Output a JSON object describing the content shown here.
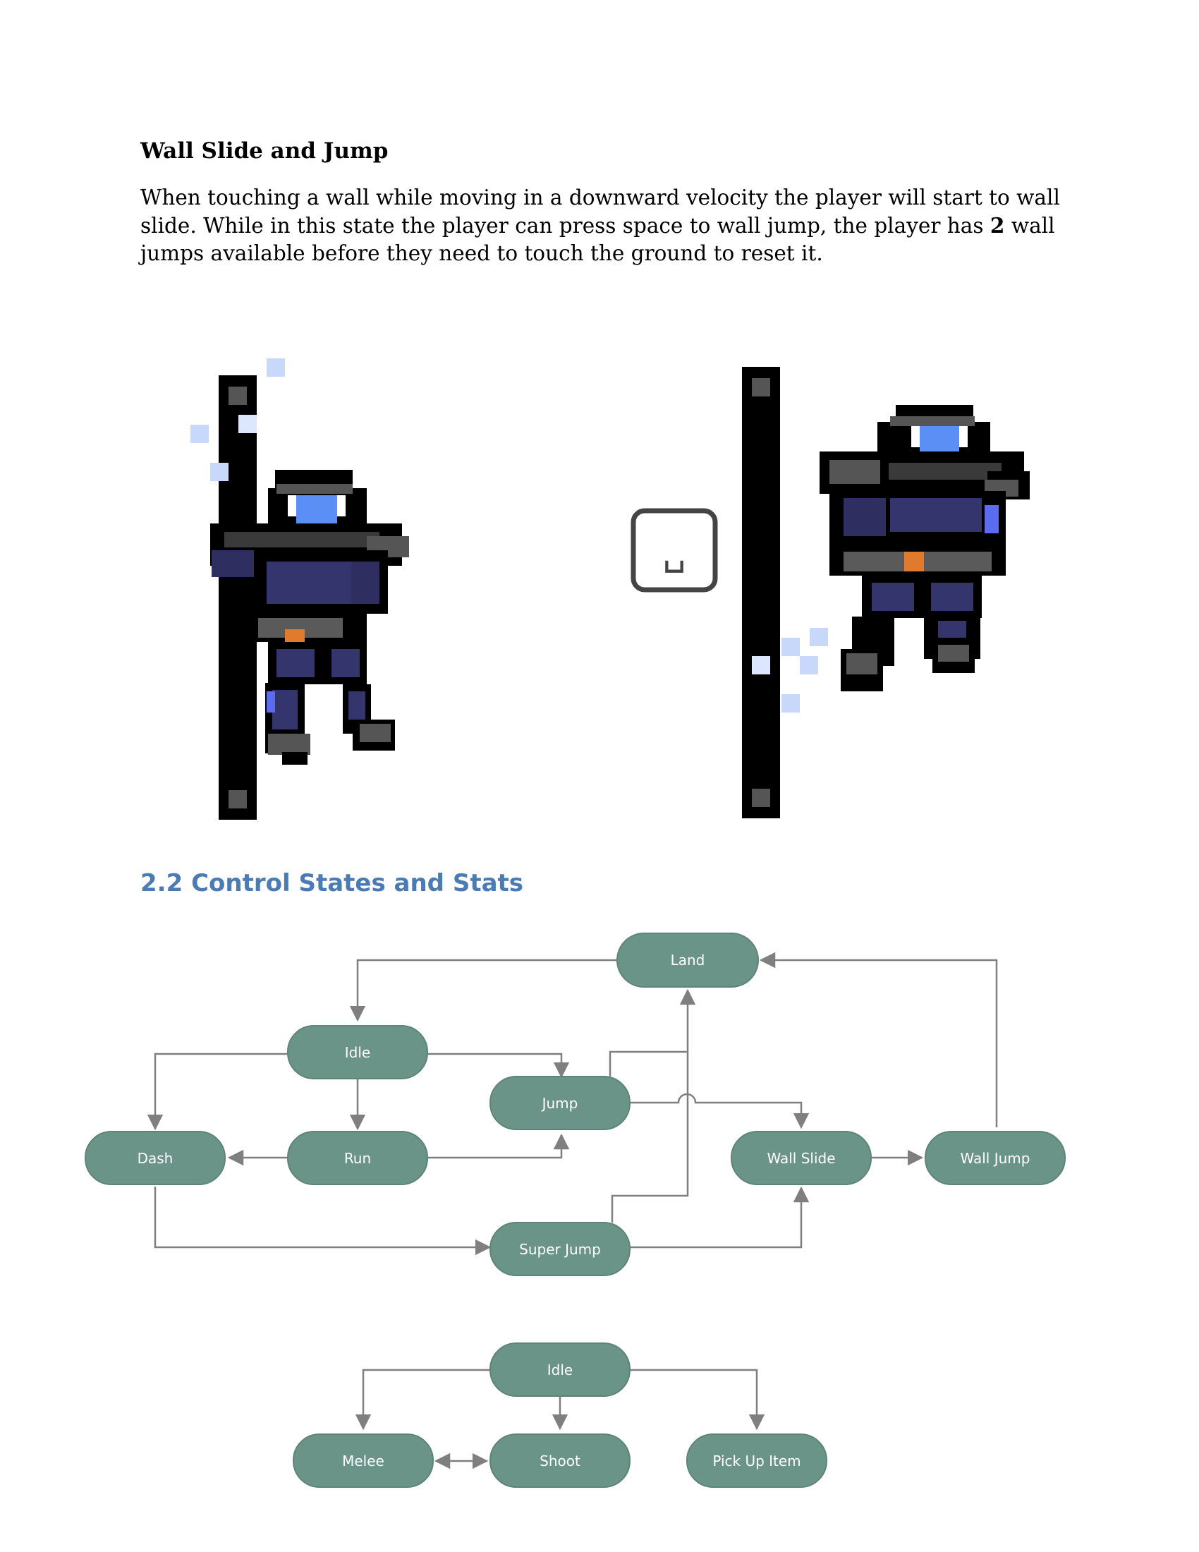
{
  "section_heading": "Wall Slide and Jump",
  "paragraph": {
    "before_bold": "When touching a wall while moving in a downward velocity the player will start to wall slide. While in this state the player can press space to wall jump, the player has ",
    "bold": "2",
    "after_bold": " wall jumps available before they need to touch the ground to reset it."
  },
  "space_key_glyph": "␣",
  "subsection_heading": "2.2 Control States and Stats",
  "movement_states": {
    "land": "Land",
    "idle": "Idle",
    "jump": "Jump",
    "dash": "Dash",
    "run": "Run",
    "wall_slide": "Wall Slide",
    "wall_jump": "Wall Jump",
    "super_jump": "Super Jump"
  },
  "action_states": {
    "idle": "Idle",
    "melee": "Melee",
    "shoot": "Shoot",
    "pick_up_item": "Pick Up Item"
  },
  "colors": {
    "node_fill": "#6b9488",
    "edge": "#7f7f7f",
    "heading_blue": "#4a7bb5",
    "armor": "#35356e",
    "visor": "#5b8ff5",
    "belt": "#e07a2c",
    "particle": "#c8d8fb"
  }
}
